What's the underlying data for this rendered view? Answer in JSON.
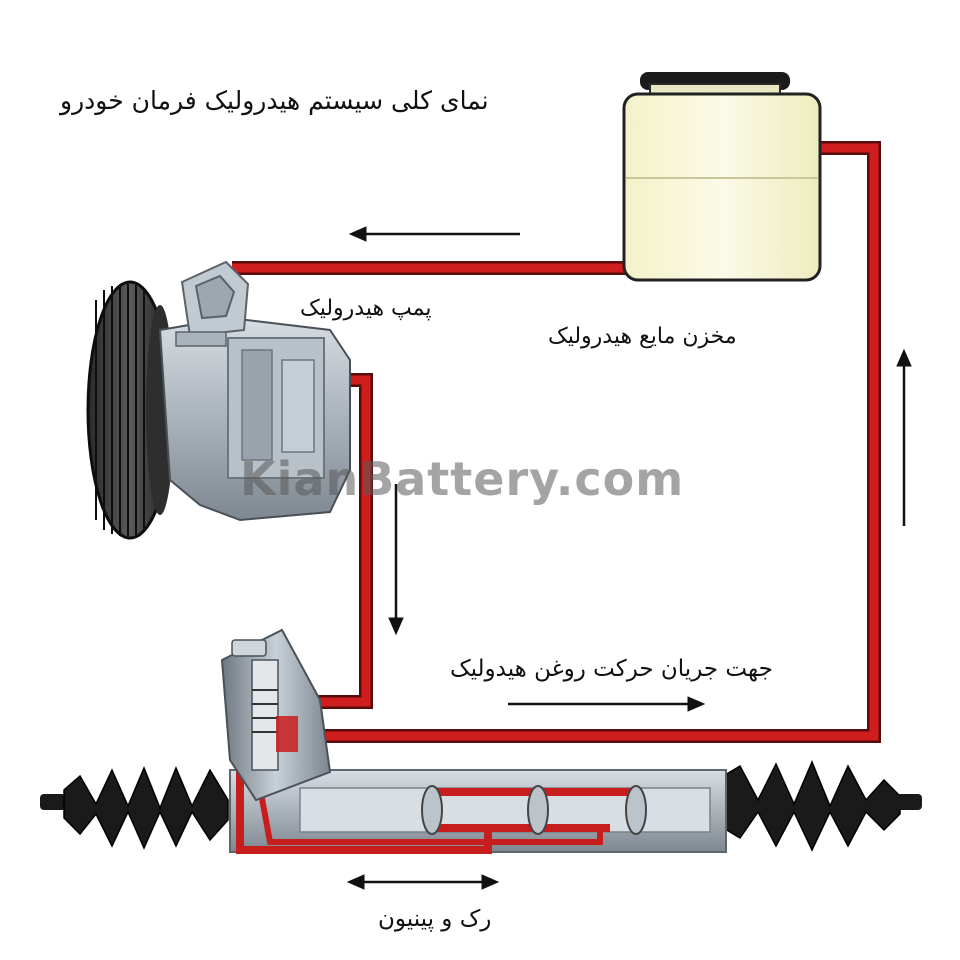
{
  "title": "نمای کلی سیستم هیدرولیک فرمان خودرو",
  "labels": {
    "pump": "پمپ هیدرولیک",
    "reservoir": "مخزن مایع هیدرولیک",
    "flow_direction": "جهت جریان حرکت روغن هیدولیک",
    "rack_and_pinion": "رک و پینیون"
  },
  "watermark": "KianBattery.com",
  "colors": {
    "hydraulic_line": "#cc1f1f",
    "arrow": "#111111",
    "reservoir_fill": "#f7f6d8",
    "metal": "#9aa3ad",
    "rubber": "#1a1a1a"
  }
}
